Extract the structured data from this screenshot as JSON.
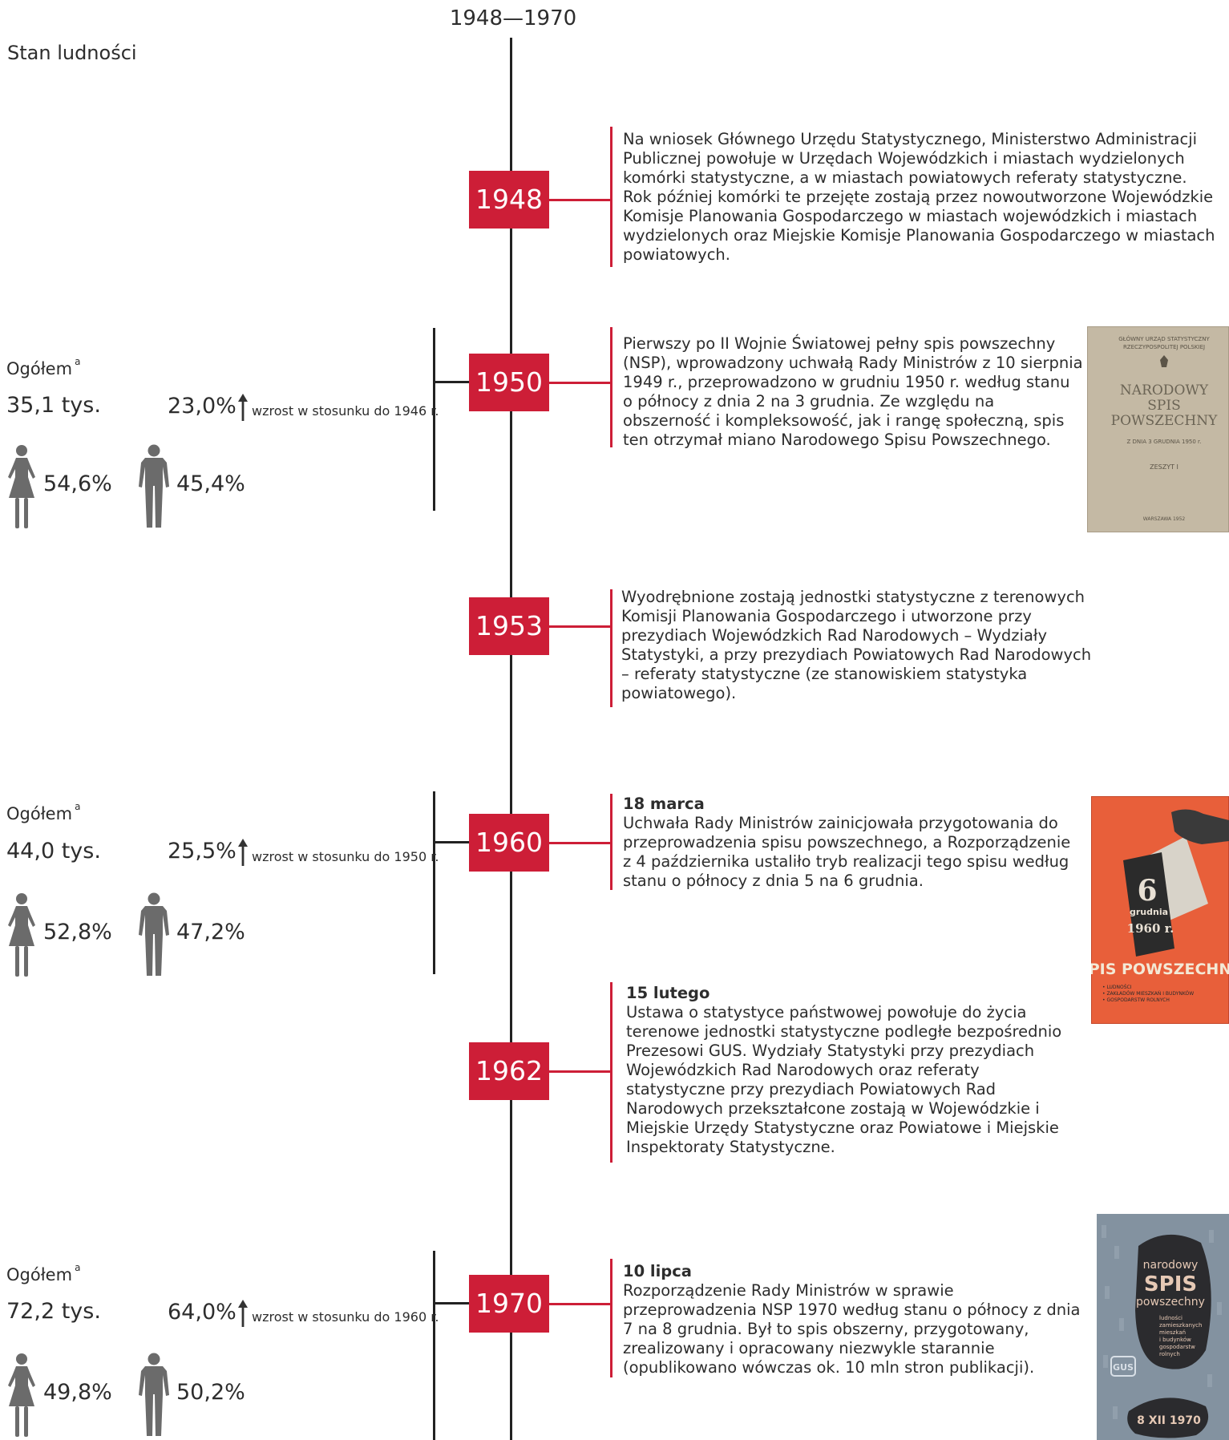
{
  "header": {
    "period": "1948—1970",
    "section_title": "Stan ludności"
  },
  "timeline": [
    {
      "year": "1948",
      "date": "",
      "text": "Na wniosek Głównego Urzędu Statystycznego, Ministerstwo Administracji Publicznej powołuje w Urzędach Wojewódzkich i miastach wydzielonych komórki statystyczne, a w miastach powiatowych referaty statystyczne. Rok później komórki te przejęte zostają przez nowoutworzone Wojewódzkie Komisje Planowania Gospodarczego w miastach wojewódzkich i miastach wydzielonych oraz Miejskie Komisje Planowania Gospodarczego w miastach powiatowych."
    },
    {
      "year": "1950",
      "date": "",
      "text": "Pierwszy po II Wojnie Światowej pełny spis powszechny (NSP), wprowadzony uchwałą Rady Ministrów z 10 sierpnia 1949 r., przeprowadzono w grudniu 1950 r. według stanu o północy z dnia 2 na 3 grudnia. Ze względu na obszerność i kompleksowość, jak i rangę społeczną, spis ten otrzymał miano Narodowego Spisu Powszechnego."
    },
    {
      "year": "1953",
      "date": "",
      "text": "Wyodrębnione zostają jednostki statystyczne z terenowych Komisji Planowania Gospodarczego i utworzone przy prezydiach Wojewódzkich Rad Narodowych – Wydziały Statystyki, a przy prezydiach Powiatowych Rad Narodowych – referaty statystyczne (ze stanowiskiem statystyka powiatowego)."
    },
    {
      "year": "1960",
      "date": "18 marca",
      "text": "Uchwała Rady Ministrów zainicjowała przygotowania do przeprowadzenia spisu powszechnego, a Rozporządzenie z 4 października ustaliło tryb realizacji tego spisu według stanu o północy z dnia 5 na 6 grudnia."
    },
    {
      "year": "1962",
      "date": "15 lutego",
      "text": "Ustawa o statystyce państwowej powołuje do życia terenowe jednostki statystyczne podległe bezpośrednio Prezesowi GUS. Wydziały Statystyki przy prezydiach Wojewódzkich Rad Narodowych oraz referaty statystyczne przy prezydiach Powiatowych Rad Narodowych przekształcone zostają w Wojewódzkie i Miejskie Urzędy Statystyczne oraz Powiatowe i Miejskie Inspektoraty Statystyczne."
    },
    {
      "year": "1970",
      "date": "10 lipca",
      "text": "Rozporządzenie Rady Ministrów w sprawie przeprowadzenia NSP 1970 według stanu o północy z dnia 7 na 8 grudnia. Był to spis obszerny, przygotowany, zrealizowany i opracowany niezwykle starannie (opublikowano wówczas ok. 10 mln stron publikacji)."
    }
  ],
  "population": [
    {
      "label": "Ogółem",
      "sup": "a",
      "total": "35,1 tys.",
      "growth": "23,0%",
      "growth_note": "wzrost w stosunku do 1946 r.",
      "female": "54,6%",
      "male": "45,4%"
    },
    {
      "label": "Ogółem",
      "sup": "a",
      "total": "44,0 tys.",
      "growth": "25,5%",
      "growth_note": "wzrost w stosunku do 1950 r.",
      "female": "52,8%",
      "male": "47,2%"
    },
    {
      "label": "Ogółem",
      "sup": "a",
      "total": "72,2 tys.",
      "growth": "64,0%",
      "growth_note": "wzrost w stosunku do 1960 r.",
      "female": "49,8%",
      "male": "50,2%"
    }
  ],
  "images": {
    "nsp1950": {
      "header1": "GŁÓWNY URZĄD STATYSTYCZNY",
      "header2": "RZECZYPOSPOLITEJ POLSKIEJ",
      "title1": "NARODOWY",
      "title2": "SPIS",
      "title3": "POWSZECHNY",
      "subtitle": "Z DNIA 3 GRUDNIA 1950 r.",
      "volume": "ZESZYT I",
      "place": "WARSZAWA 1952"
    },
    "poster1960": {
      "day": "6",
      "month": "grudnia",
      "year": "1960 r.",
      "title": "SPIS POWSZECHNY",
      "line1": "• LUDNOŚCI",
      "line2": "• ZAKŁADÓW MIESZKAŃ I BUDYNKÓW",
      "line3": "• GOSPODARSTW ROLNYCH"
    },
    "poster1970": {
      "t1": "narodowy",
      "t2": "SPIS",
      "t3": "powszechny",
      "l1": "ludności",
      "l2": "zamieszkanych",
      "l3": "mieszkań",
      "l4": "i budynków",
      "l5": "gospodarstw",
      "l6": "rolnych",
      "logo": "GUS",
      "date": "8 XII 1970"
    }
  },
  "colors": {
    "accent": "#cd1e37",
    "axis": "#222222",
    "figure": "#6b6b6b"
  }
}
